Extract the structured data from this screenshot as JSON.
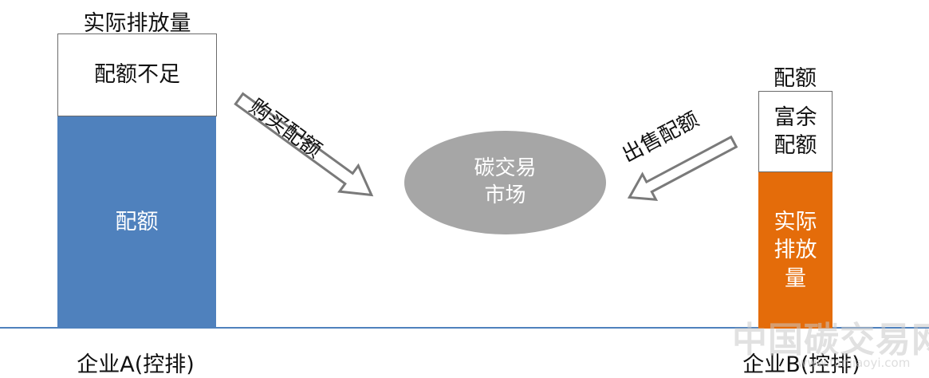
{
  "companyA": {
    "top_label": "实际排放量",
    "shortfall_label": "配额不足",
    "quota_label": "配额",
    "name": "企业A(控排)"
  },
  "companyB": {
    "top_label": "配额",
    "surplus_label": "富余\n配额",
    "actual_label": "实际\n排放\n量",
    "name": "企业B(控排)"
  },
  "market": {
    "label": "碳交易\n市场"
  },
  "arrows": {
    "buy_label": "购买配额",
    "sell_label": "出售配额"
  },
  "watermark": {
    "text": "中国碳交易网",
    "url": "www.tanjiaoyi.com"
  },
  "colors": {
    "quota_blue": "#4f81bd",
    "emission_orange": "#e46c0a",
    "market_gray": "#a6a6a6",
    "baseline": "#4f81bd"
  }
}
